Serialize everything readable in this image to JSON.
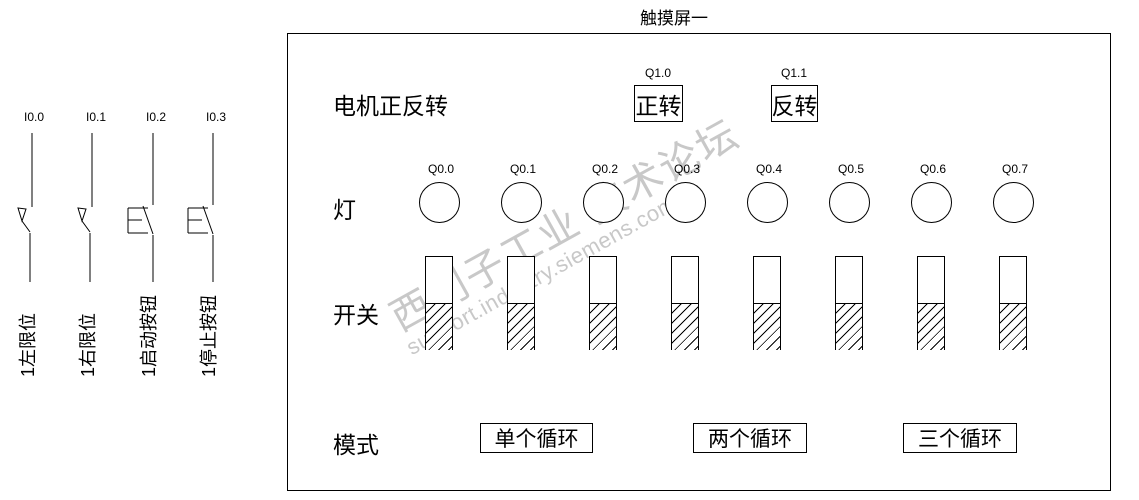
{
  "title": "触摸屏一",
  "watermark": {
    "line1": "西门子工业 技术论坛",
    "line2": "support.industry.siemens.com/cs",
    "color": "#c8c8c8"
  },
  "inputs": {
    "items": [
      {
        "address": "I0.0",
        "label": "1左限位",
        "symbol": "limit-switch-contact"
      },
      {
        "address": "I0.1",
        "label": "1右限位",
        "symbol": "limit-switch-contact"
      },
      {
        "address": "I0.2",
        "label": "1启动按钮",
        "symbol": "pushbutton-contact"
      },
      {
        "address": "I0.3",
        "label": "1停止按钮",
        "symbol": "pushbutton-contact"
      }
    ]
  },
  "panel": {
    "motor_row": {
      "label": "电机正反转",
      "buttons": [
        {
          "address": "Q1.0",
          "label": "正转"
        },
        {
          "address": "Q1.1",
          "label": "反转"
        }
      ]
    },
    "lamp_row": {
      "label": "灯",
      "lamps": [
        "Q0.0",
        "Q0.1",
        "Q0.2",
        "Q0.3",
        "Q0.4",
        "Q0.5",
        "Q0.6",
        "Q0.7"
      ]
    },
    "switch_row": {
      "label": "开关",
      "switch_count": 8
    },
    "mode_row": {
      "label": "模式",
      "buttons": [
        "单个循环",
        "两个循环",
        "三个循环"
      ]
    }
  },
  "colors": {
    "line": "#000000",
    "background": "#ffffff"
  }
}
